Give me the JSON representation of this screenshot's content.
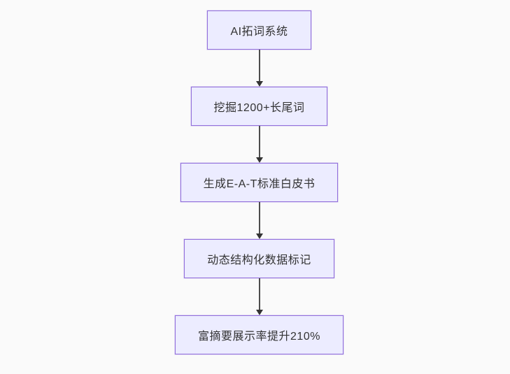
{
  "page": {
    "background_color": "#fafafa"
  },
  "diagram": {
    "type": "flowchart",
    "direction": "top-down",
    "nodes": [
      {
        "id": "A",
        "label": "AI拓词系统"
      },
      {
        "id": "B",
        "label": "挖掘1200+长尾词"
      },
      {
        "id": "C",
        "label": "生成E-A-T标准白皮书"
      },
      {
        "id": "D",
        "label": "动态结构化数据标记"
      },
      {
        "id": "E",
        "label": "富摘要展示率提升210%"
      }
    ],
    "edges": [
      {
        "from": "A",
        "to": "B"
      },
      {
        "from": "B",
        "to": "C"
      },
      {
        "from": "C",
        "to": "D"
      },
      {
        "from": "D",
        "to": "E"
      }
    ],
    "colors": {
      "node_fill": "#ececff",
      "node_border": "#9370db",
      "arrow_line": "#4d4d4d",
      "arrow_head": "#333333",
      "text": "#333333"
    }
  }
}
